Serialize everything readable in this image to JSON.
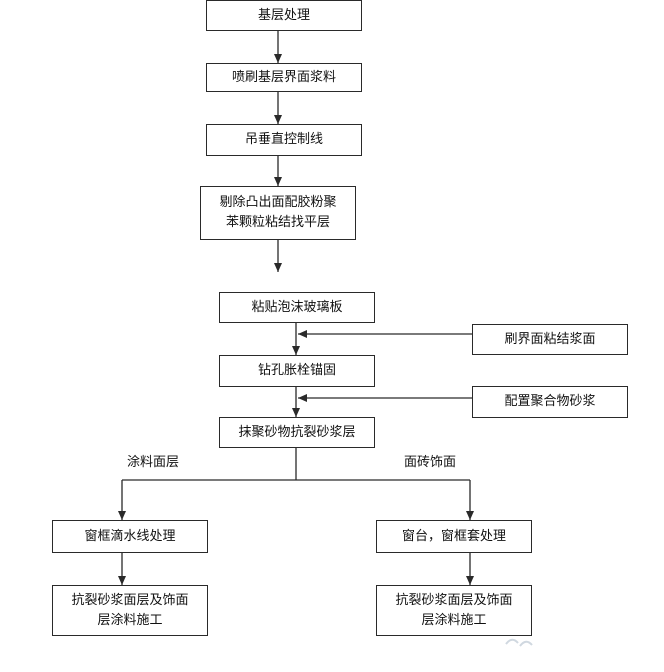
{
  "nodes": {
    "base": "基层处理",
    "spray": "喷刷基层界面浆料",
    "plumb": "吊垂直控制线",
    "level": "剔除凸出面配胶粉聚\n苯颗粒粘结找平层",
    "paste": "粘贴泡沫玻璃板",
    "brush": "刷界面粘结浆面",
    "drill": "钻孔胀栓锚固",
    "mix": "配置聚合物砂浆",
    "plaster": "抹聚砂物抗裂砂浆层",
    "drip": "窗框滴水线处理",
    "sill": "窗台，窗框套处理",
    "finish_left": "抗裂砂浆面层及饰面\n层涂料施工",
    "finish_right": "抗裂砂浆面层及饰面\n层涂料施工"
  },
  "branches": {
    "left": "涂料面层",
    "right": "面砖饰面"
  },
  "colors": {
    "line": "#2a2a2a",
    "box_border": "#2a2a2a"
  }
}
